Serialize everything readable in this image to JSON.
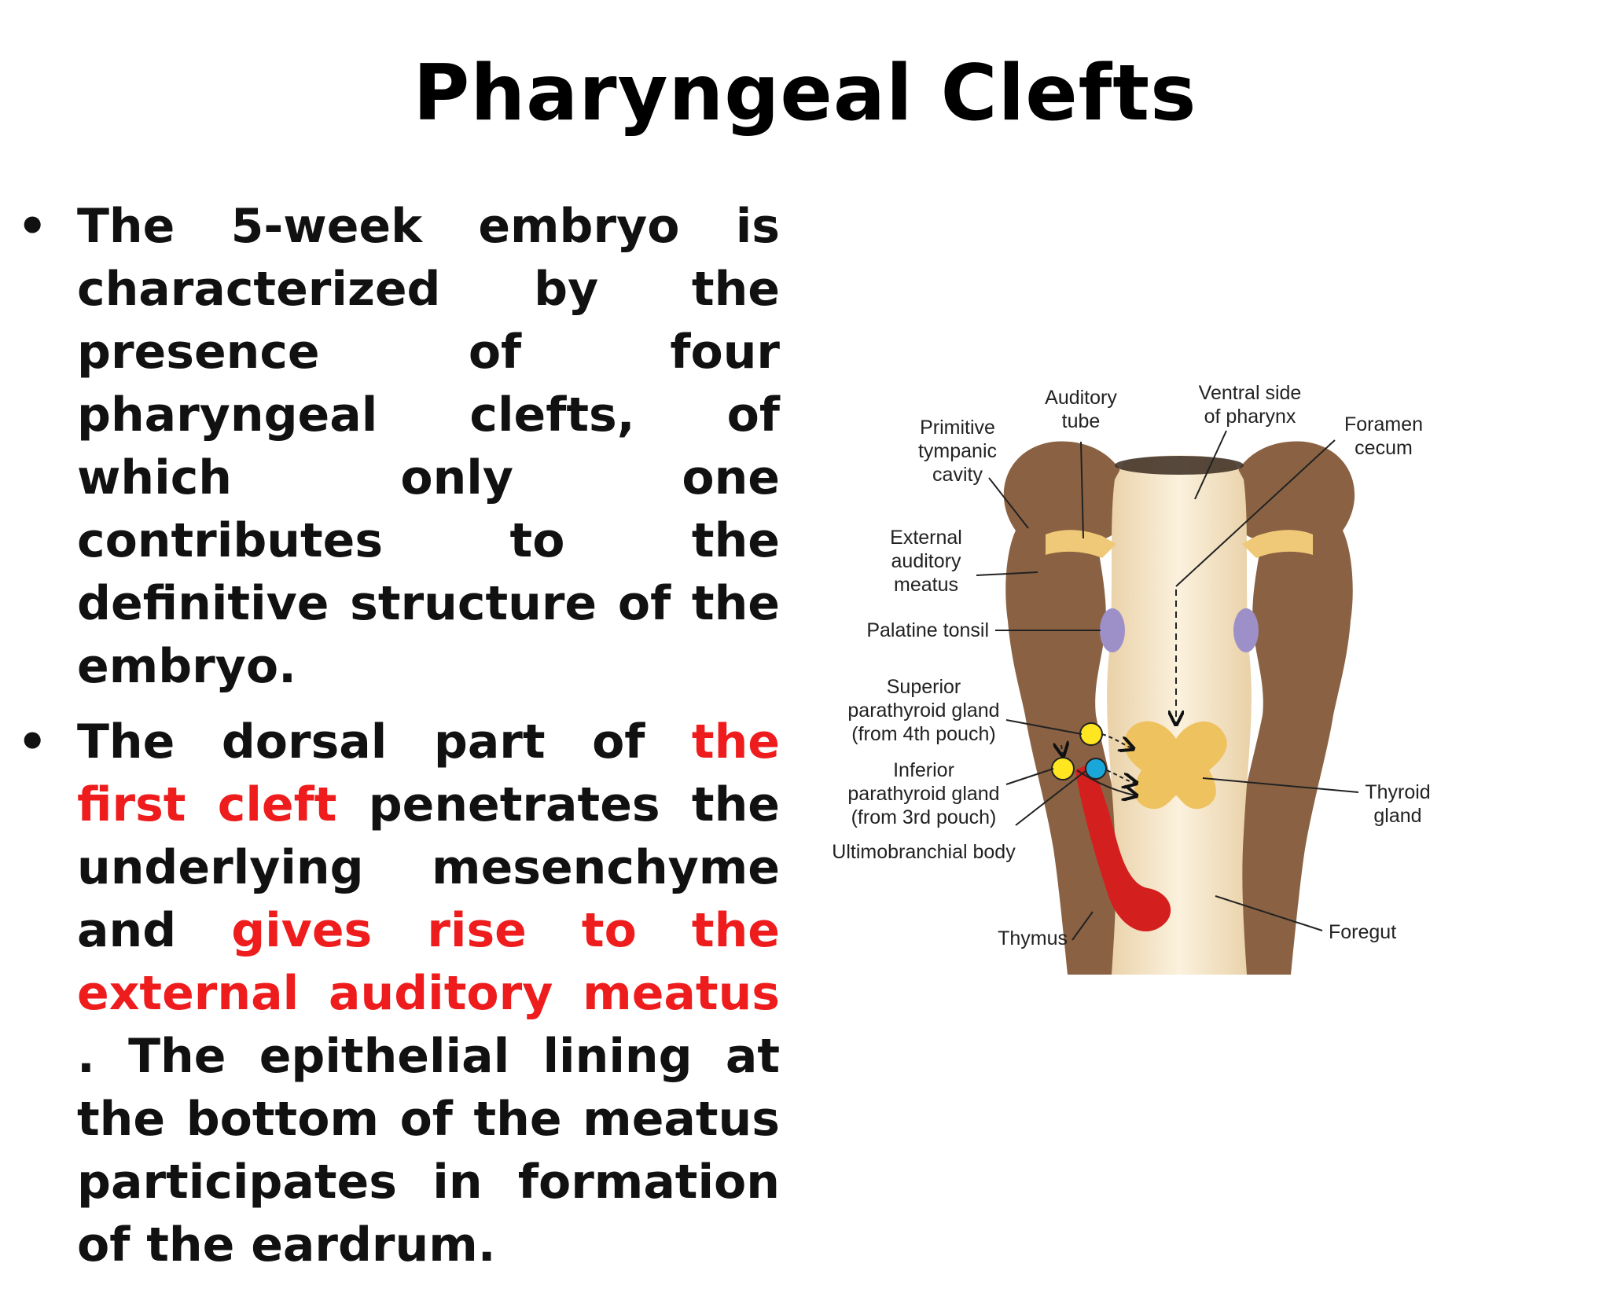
{
  "title": "Pharyngeal Clefts",
  "bullets": [
    {
      "parts": [
        {
          "text": "The 5-week embryo is characterized by the presence of four pharyngeal clefts, of which only one contributes to the definitive structure of the embryo."
        }
      ]
    },
    {
      "parts": [
        {
          "text": "The dorsal part of "
        },
        {
          "text": "the first cleft",
          "highlight": true
        },
        {
          "text": " penetrates the underlying mesenchyme and "
        },
        {
          "text": "gives rise to the external auditory meatus",
          "highlight": true
        },
        {
          "text": " . The epithelial lining at the bottom of the meatus participates in formation of the eardrum."
        }
      ]
    }
  ],
  "diagram": {
    "labels": {
      "auditory_tube_1": "Auditory",
      "auditory_tube_2": "tube",
      "ventral_side_1": "Ventral side",
      "ventral_side_2": "of pharynx",
      "foramen_cecum_1": "Foramen",
      "foramen_cecum_2": "cecum",
      "primitive_tympanic_1": "Primitive",
      "primitive_tympanic_2": "tympanic",
      "primitive_tympanic_3": "cavity",
      "external_auditory_1": "External",
      "external_auditory_2": "auditory",
      "external_auditory_3": "meatus",
      "palatine_tonsil": "Palatine tonsil",
      "superior_parathyroid_1": "Superior",
      "superior_parathyroid_2": "parathyroid gland",
      "superior_parathyroid_3": "(from 4th pouch)",
      "inferior_parathyroid_1": "Inferior",
      "inferior_parathyroid_2": "parathyroid gland",
      "inferior_parathyroid_3": "(from 3rd pouch)",
      "ultimobranchial_body": "Ultimobranchial body",
      "thyroid_gland_1": "Thyroid",
      "thyroid_gland_2": "gland",
      "thymus": "Thymus",
      "foregut": "Foregut"
    },
    "colors": {
      "mesenchyme": "#8a6243",
      "pharynx": "#f3e2c2",
      "thyroid": "#efc260",
      "tonsil": "#9d90c8",
      "parathyroid": "#ffe620",
      "ultimobranchial": "#1aa6d9",
      "thymus": "#d41f1f"
    }
  }
}
